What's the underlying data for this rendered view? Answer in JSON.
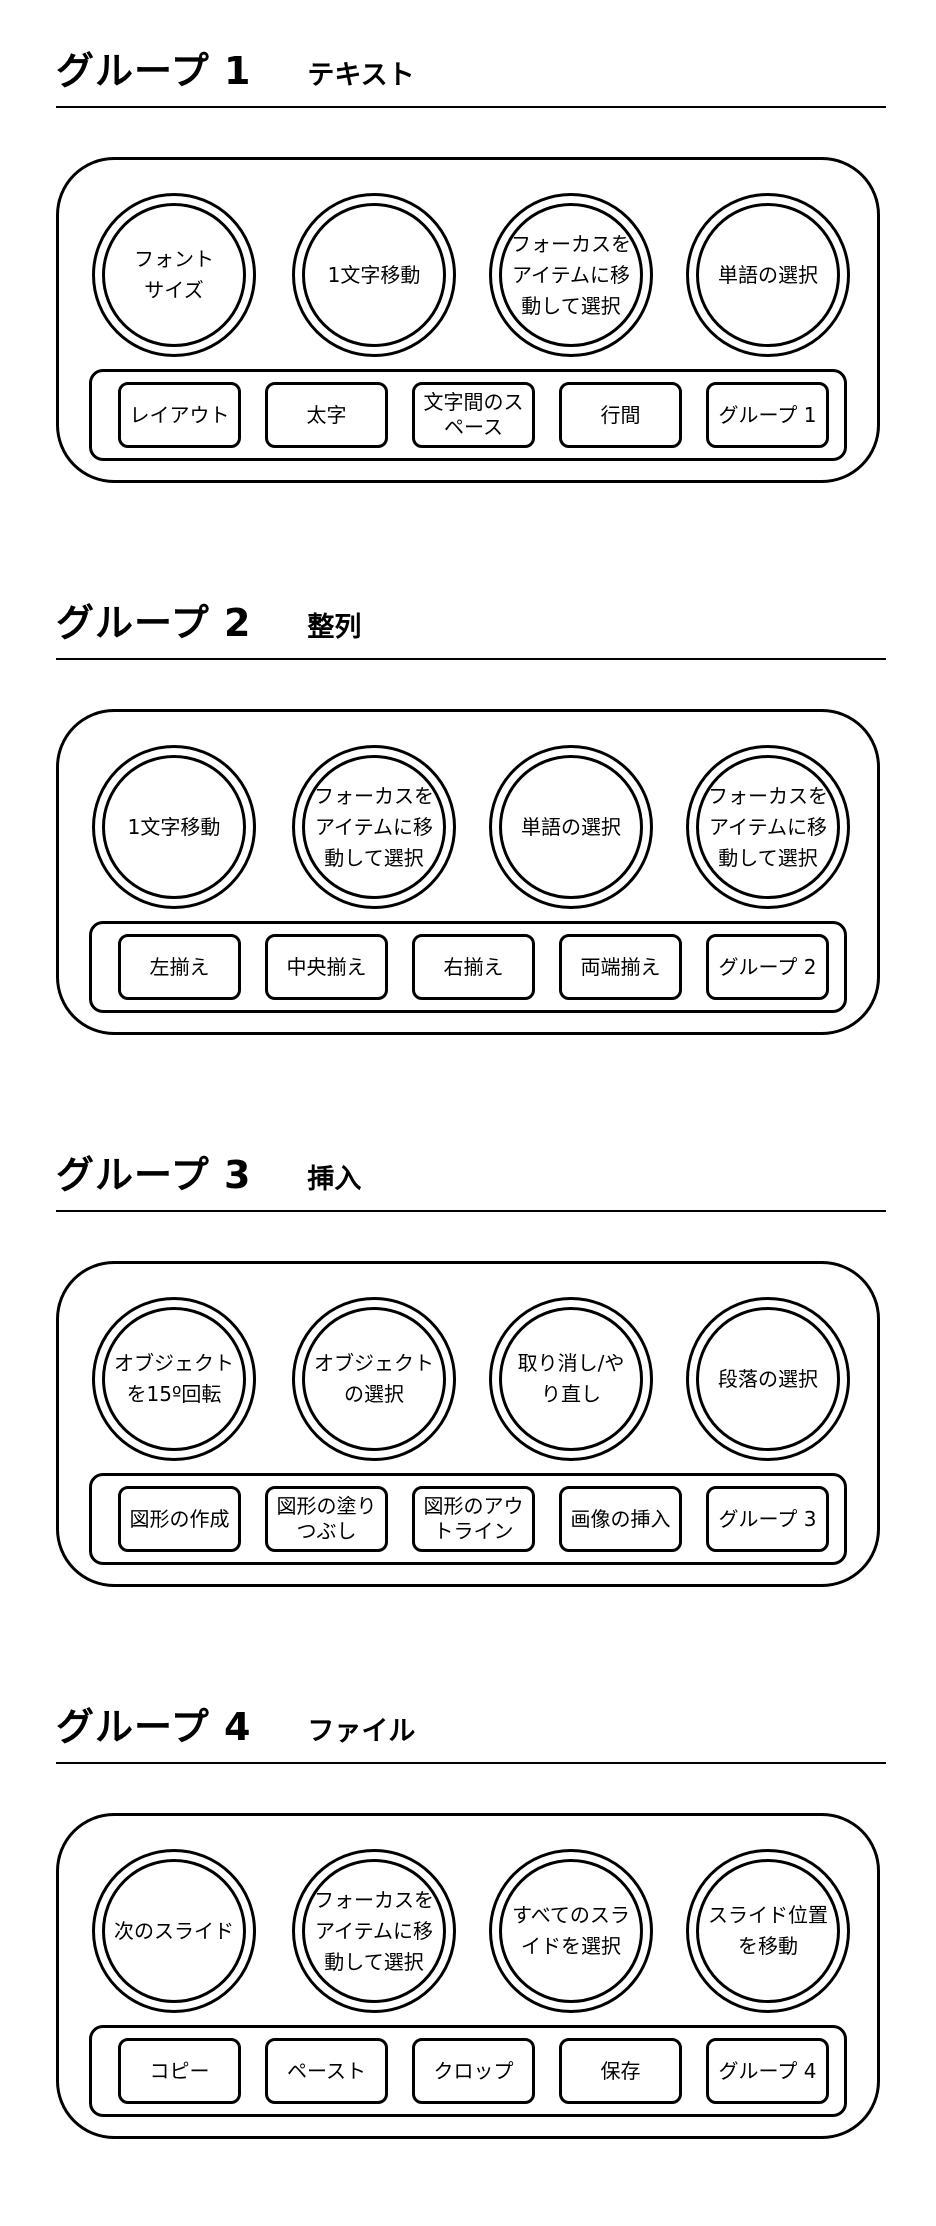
{
  "groups": [
    {
      "title": "グループ 1",
      "subtitle": "テキスト",
      "circles": [
        "フォントサイズ",
        "1文字移動",
        "フォーカスをアイテムに移動して選択",
        "単語の選択"
      ],
      "keys": [
        "レイアウト",
        "太字",
        "文字間のスペース",
        "行間",
        "グループ 1"
      ]
    },
    {
      "title": "グループ 2",
      "subtitle": "整列",
      "circles": [
        "1文字移動",
        "フォーカスをアイテムに移動して選択",
        "単語の選択",
        "フォーカスをアイテムに移動して選択"
      ],
      "keys": [
        "左揃え",
        "中央揃え",
        "右揃え",
        "両端揃え",
        "グループ 2"
      ]
    },
    {
      "title": "グループ 3",
      "subtitle": "挿入",
      "circles": [
        "オブジェクトを15º回転",
        "オブジェクトの選択",
        "取り消し/やり直し",
        "段落の選択"
      ],
      "keys": [
        "図形の作成",
        "図形の塗りつぶし",
        "図形のアウトライン",
        "画像の挿入",
        "グループ 3"
      ]
    },
    {
      "title": "グループ 4",
      "subtitle": "ファイル",
      "circles": [
        "次のスライド",
        "フォーカスをアイテムに移動して選択",
        "すべてのスライドを選択",
        "スライド位置を移動"
      ],
      "keys": [
        "コピー",
        "ペースト",
        "クロップ",
        "保存",
        "グループ 4"
      ]
    }
  ]
}
